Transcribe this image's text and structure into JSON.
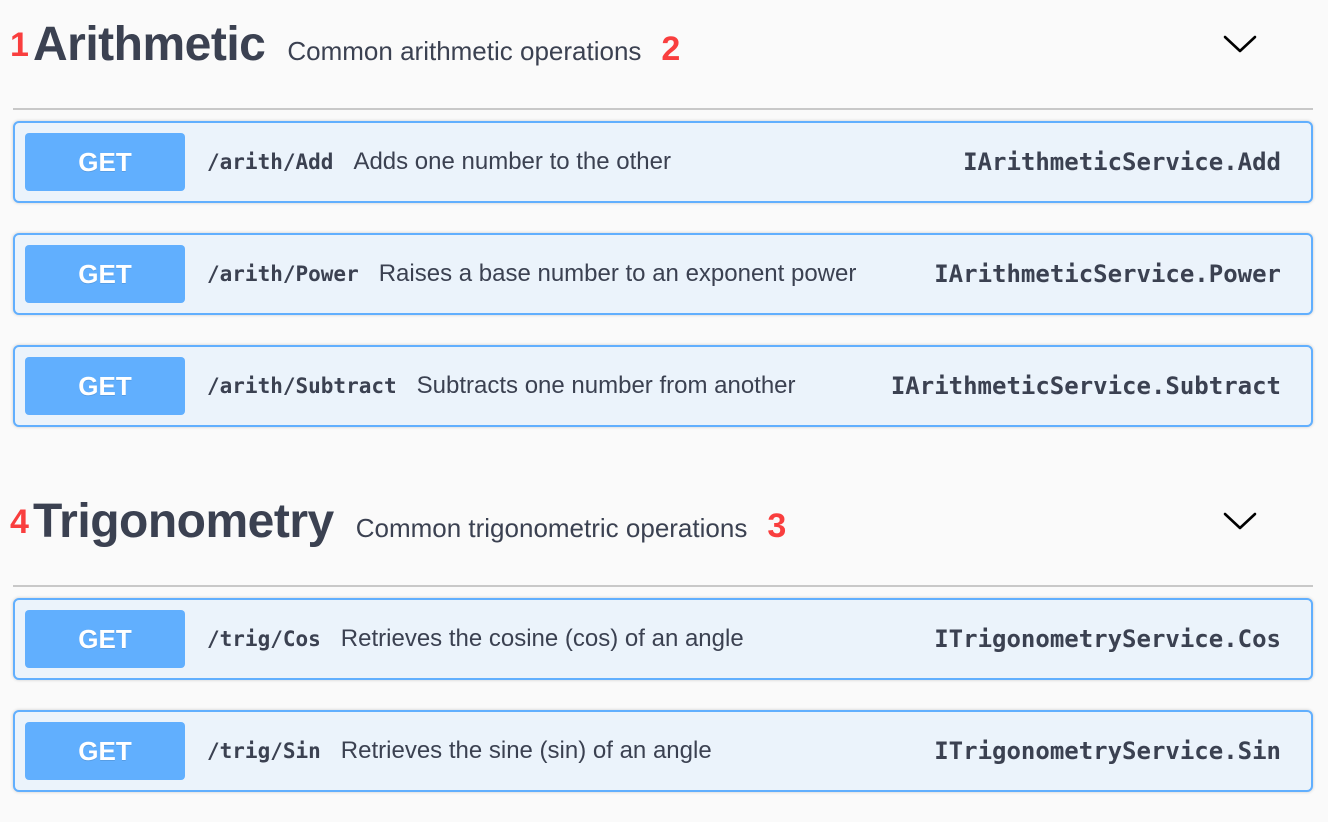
{
  "sections": [
    {
      "marker_left": "1",
      "name": "Arithmetic",
      "description": "Common arithmetic operations",
      "marker_right": "2",
      "operations": [
        {
          "method": "GET",
          "path": "/arith/Add",
          "summary": "Adds one number to the other",
          "operation_id": "IArithmeticService.Add"
        },
        {
          "method": "GET",
          "path": "/arith/Power",
          "summary": "Raises a base number to an exponent power",
          "operation_id": "IArithmeticService.Power"
        },
        {
          "method": "GET",
          "path": "/arith/Subtract",
          "summary": "Subtracts one number from another",
          "operation_id": "IArithmeticService.Subtract"
        }
      ]
    },
    {
      "marker_left": "4",
      "name": "Trigonometry",
      "description": "Common trigonometric operations",
      "marker_right": "3",
      "operations": [
        {
          "method": "GET",
          "path": "/trig/Cos",
          "summary": "Retrieves the cosine (cos) of an angle",
          "operation_id": "ITrigonometryService.Cos"
        },
        {
          "method": "GET",
          "path": "/trig/Sin",
          "summary": "Retrieves the sine (sin) of an angle",
          "operation_id": "ITrigonometryService.Sin"
        }
      ]
    }
  ],
  "icons": {
    "expand": "chevron-down-icon"
  },
  "colors": {
    "get_method": "#61affe",
    "get_background": "#ebf3fb",
    "marker": "#f93e3e",
    "text": "#3b4151"
  }
}
